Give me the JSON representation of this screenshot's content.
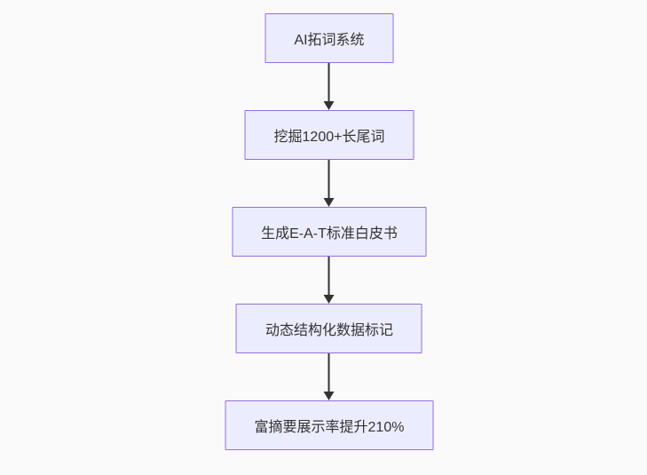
{
  "page": {
    "background_color": "#fafafa"
  },
  "flowchart": {
    "type": "flowchart",
    "direction": "top-down",
    "node_fill_color": "#ECECFF",
    "node_border_color": "#9370DB",
    "text_color": "#333333",
    "arrow_color": "#333333",
    "nodes": [
      {
        "label": "AI拓词系统"
      },
      {
        "label": "挖掘1200+长尾词"
      },
      {
        "label": "生成E-A-T标准白皮书"
      },
      {
        "label": "动态结构化数据标记"
      },
      {
        "label": "富摘要展示率提升210%"
      }
    ],
    "edges": [
      {
        "from": 0,
        "to": 1
      },
      {
        "from": 1,
        "to": 2
      },
      {
        "from": 2,
        "to": 3
      },
      {
        "from": 3,
        "to": 4
      }
    ]
  }
}
